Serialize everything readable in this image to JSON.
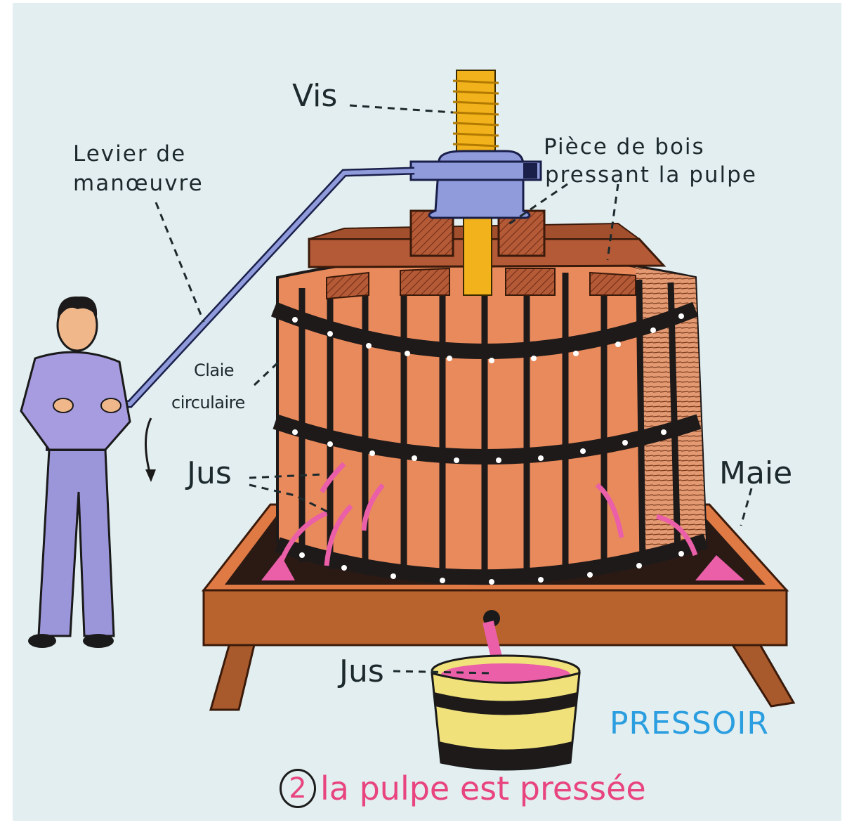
{
  "title": "PRESSOIR",
  "caption": {
    "step_number": "2",
    "text": "la pulpe est pressée"
  },
  "labels": {
    "vis": "Vis",
    "levier_line1": "Levier de",
    "levier_line2": "manœuvre",
    "piece_line1": "Pièce de bois",
    "piece_line2": "pressant la pulpe",
    "claie_line1": "Claie",
    "claie_line2": "circulaire",
    "jus_side": "Jus",
    "maie": "Maie",
    "jus_bucket": "Jus"
  },
  "colors": {
    "background": "#e3eef0",
    "title": "#2b9ee0",
    "caption": "#e8457f",
    "screw": "#f2b21b",
    "lever": "#8f9bdb",
    "barrel": "#e98a5c",
    "hoop": "#1e1a1a",
    "tray": "#b8632d",
    "juice": "#ea5fa8",
    "bucket": "#f0e17a",
    "clothing": "#9b95da"
  }
}
